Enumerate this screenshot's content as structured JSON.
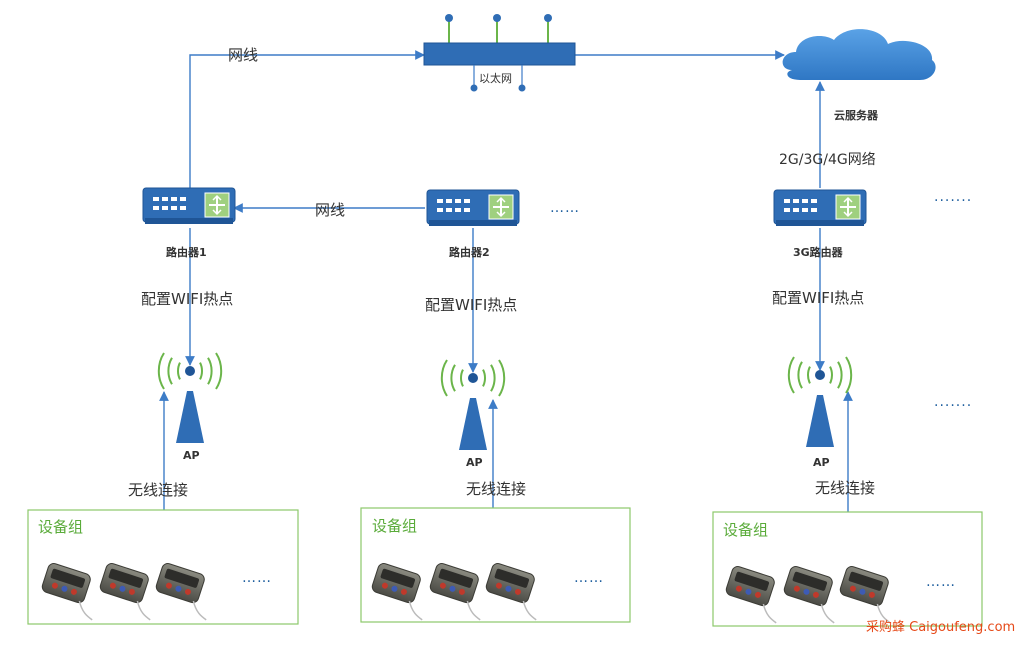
{
  "colors": {
    "line": "#3d7cc7",
    "device_blue": "#2f6db5",
    "device_dark": "#1f5596",
    "group_border": "#8cc96a",
    "group_title": "#5aab3a",
    "wifi_green": "#6bb54a",
    "cloud": "#3a86d4",
    "watermark": "#e64a19"
  },
  "ethernet_switch": {
    "label": "以太网",
    "icon": "switch-icon"
  },
  "cloud": {
    "label": "云服务器",
    "icon": "cloud-icon"
  },
  "links": {
    "cable_top": "网线",
    "cable_mid": "网线",
    "mobile_net": "2G/3G/4G网络"
  },
  "routers": [
    {
      "label": "路由器1",
      "icon": "router-icon"
    },
    {
      "label": "路由器2",
      "icon": "router-icon"
    },
    {
      "label": "3G路由器",
      "icon": "router-icon"
    }
  ],
  "wifi_hotspot_label": "配置WIFI热点",
  "ap_label": "AP",
  "wireless_link_label": "无线连接",
  "device_group_title": "设备组",
  "ellipsis": "……",
  "ellipsis_dots": "·······",
  "watermark": "采购蜂 Caigoufeng.com"
}
